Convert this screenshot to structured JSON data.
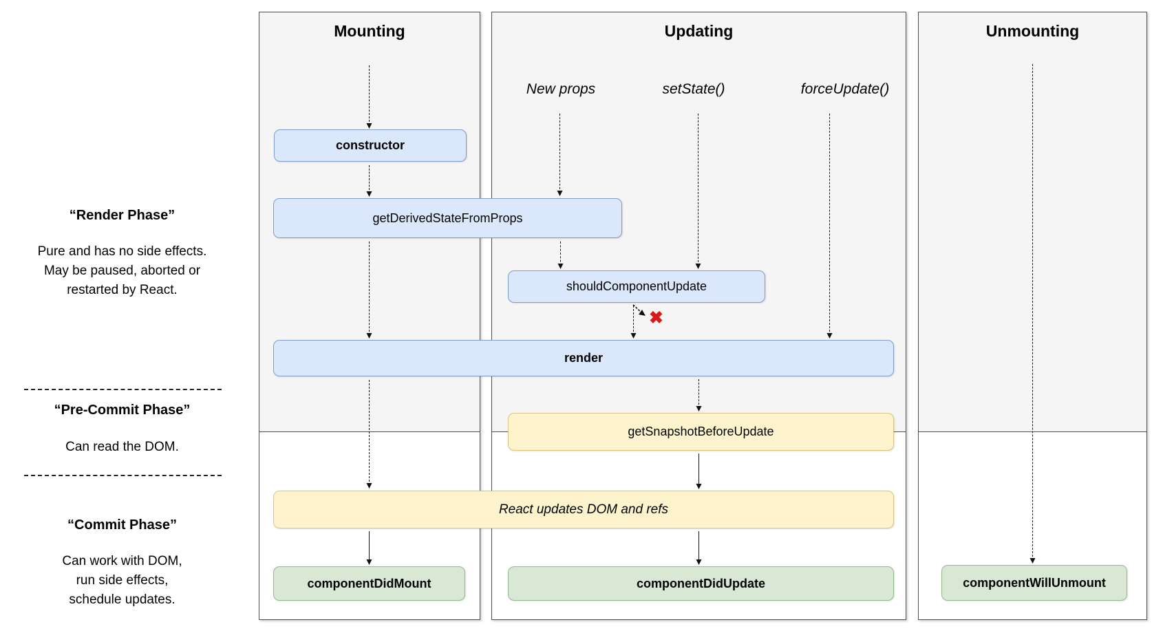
{
  "sidebar": {
    "sections": [
      {
        "title": "“Render Phase”",
        "body": "Pure and has no side effects.\nMay be paused, aborted or\nrestarted by React."
      },
      {
        "title": "“Pre-Commit Phase”",
        "body": "Can read the DOM."
      },
      {
        "title": "“Commit Phase”",
        "body": "Can work with DOM,\nrun side effects,\nschedule updates."
      }
    ]
  },
  "columns": {
    "mounting": {
      "title": "Mounting"
    },
    "updating": {
      "title": "Updating",
      "triggers": [
        "New props",
        "setState()",
        "forceUpdate()"
      ]
    },
    "unmounting": {
      "title": "Unmounting"
    }
  },
  "nodes": {
    "constructor": "constructor",
    "get_derived_state_from_props": "getDerivedStateFromProps",
    "should_component_update": "shouldComponentUpdate",
    "render": "render",
    "get_snapshot_before_update": "getSnapshotBeforeUpdate",
    "react_updates_dom": "React updates DOM and refs",
    "component_did_mount": "componentDidMount",
    "component_did_update": "componentDidUpdate",
    "component_will_unmount": "componentWillUnmount"
  },
  "icons": {
    "no_update_cross": "✖"
  },
  "colors": {
    "panel_bg": "#f5f5f5",
    "panel_border": "#4d4d4d",
    "blue_fill": "#dbe8fc",
    "blue_border": "#7e9cc9",
    "yellow_fill": "#fdf3cd",
    "yellow_border": "#dcc57f",
    "green_fill": "#d8e8d5",
    "green_border": "#93ba8d",
    "cross_red": "#d81a1a"
  }
}
